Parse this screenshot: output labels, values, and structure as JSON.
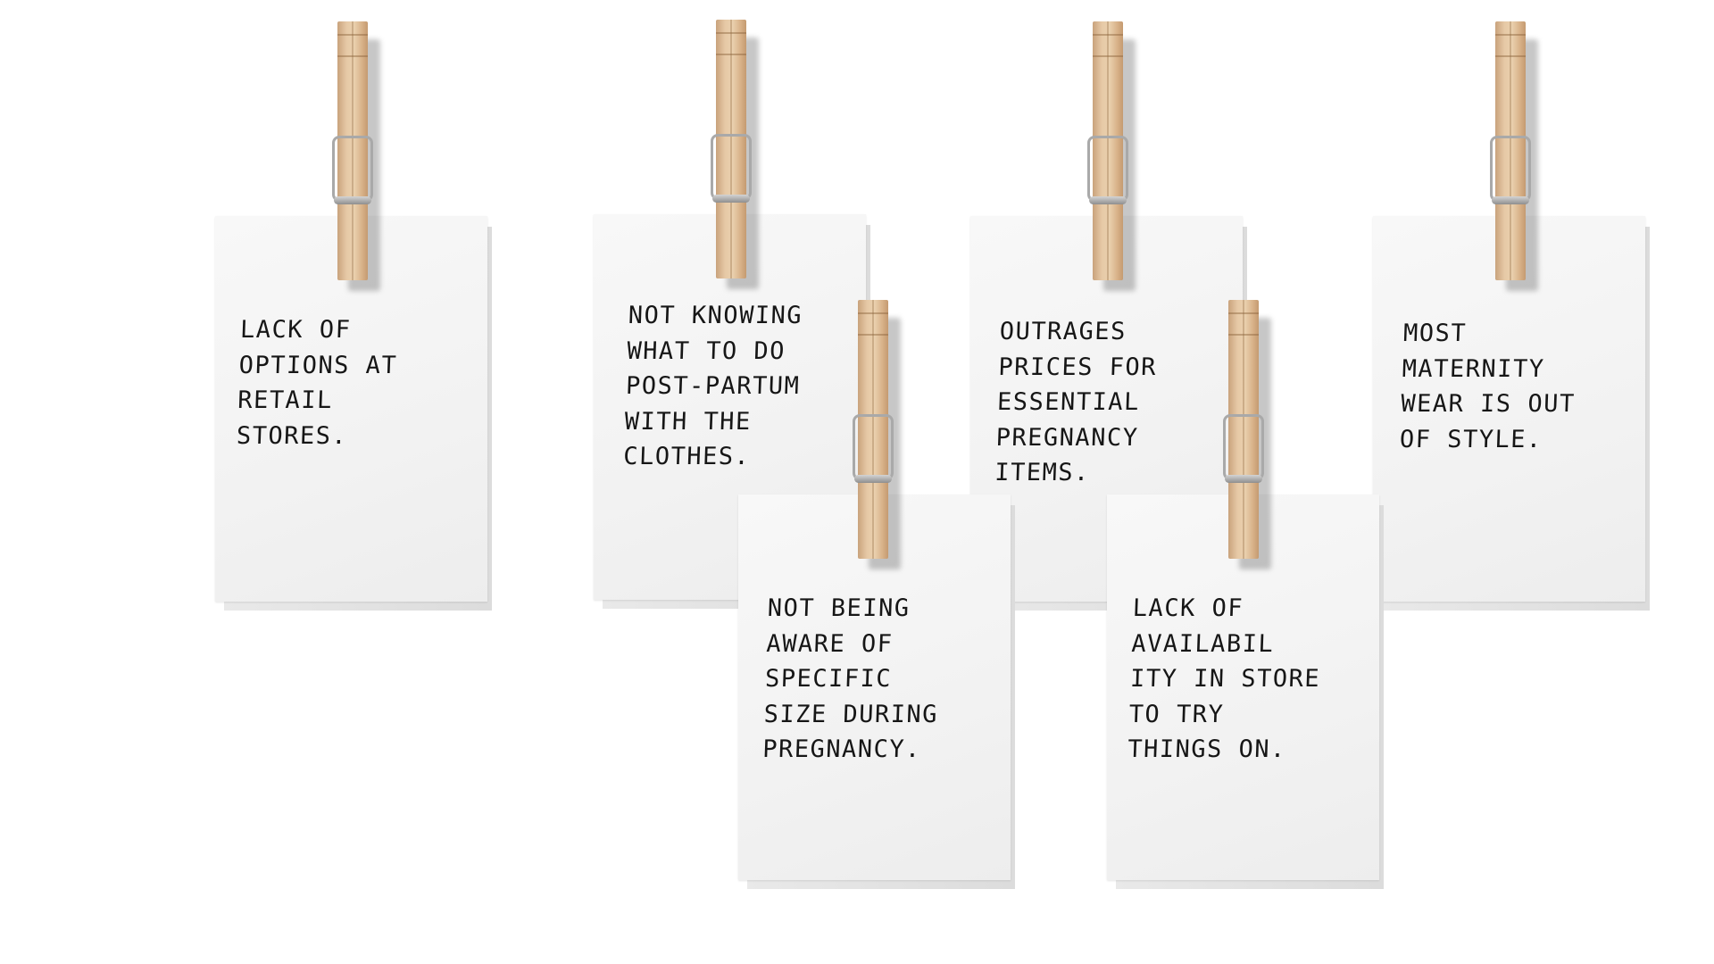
{
  "notes": [
    {
      "text": "LACK OF\nOPTIONS AT\nRETAIL\nSTORES."
    },
    {
      "text": "NOT KNOWING\nWHAT TO DO\nPOST-PARTUM\nWITH THE\nCLOTHES."
    },
    {
      "text": "OUTRAGES\nPRICES FOR\nESSENTIAL\nPREGNANCY\nITEMS."
    },
    {
      "text": "MOST\nMATERNITY\nWEAR IS OUT\nOF STYLE."
    },
    {
      "text": "NOT BEING\nAWARE OF\nSPECIFIC\nSIZE DURING\nPREGNANCY."
    },
    {
      "text": "LACK OF\nAVAILABIL\nITY IN STORE\nTO TRY\nTHINGS ON."
    }
  ],
  "icons": [
    "clothespin-icon"
  ],
  "colors": {
    "background": "#ffffff",
    "paper": "#f4f4f4",
    "text": "#161616",
    "wood": "#e6c9a6"
  }
}
